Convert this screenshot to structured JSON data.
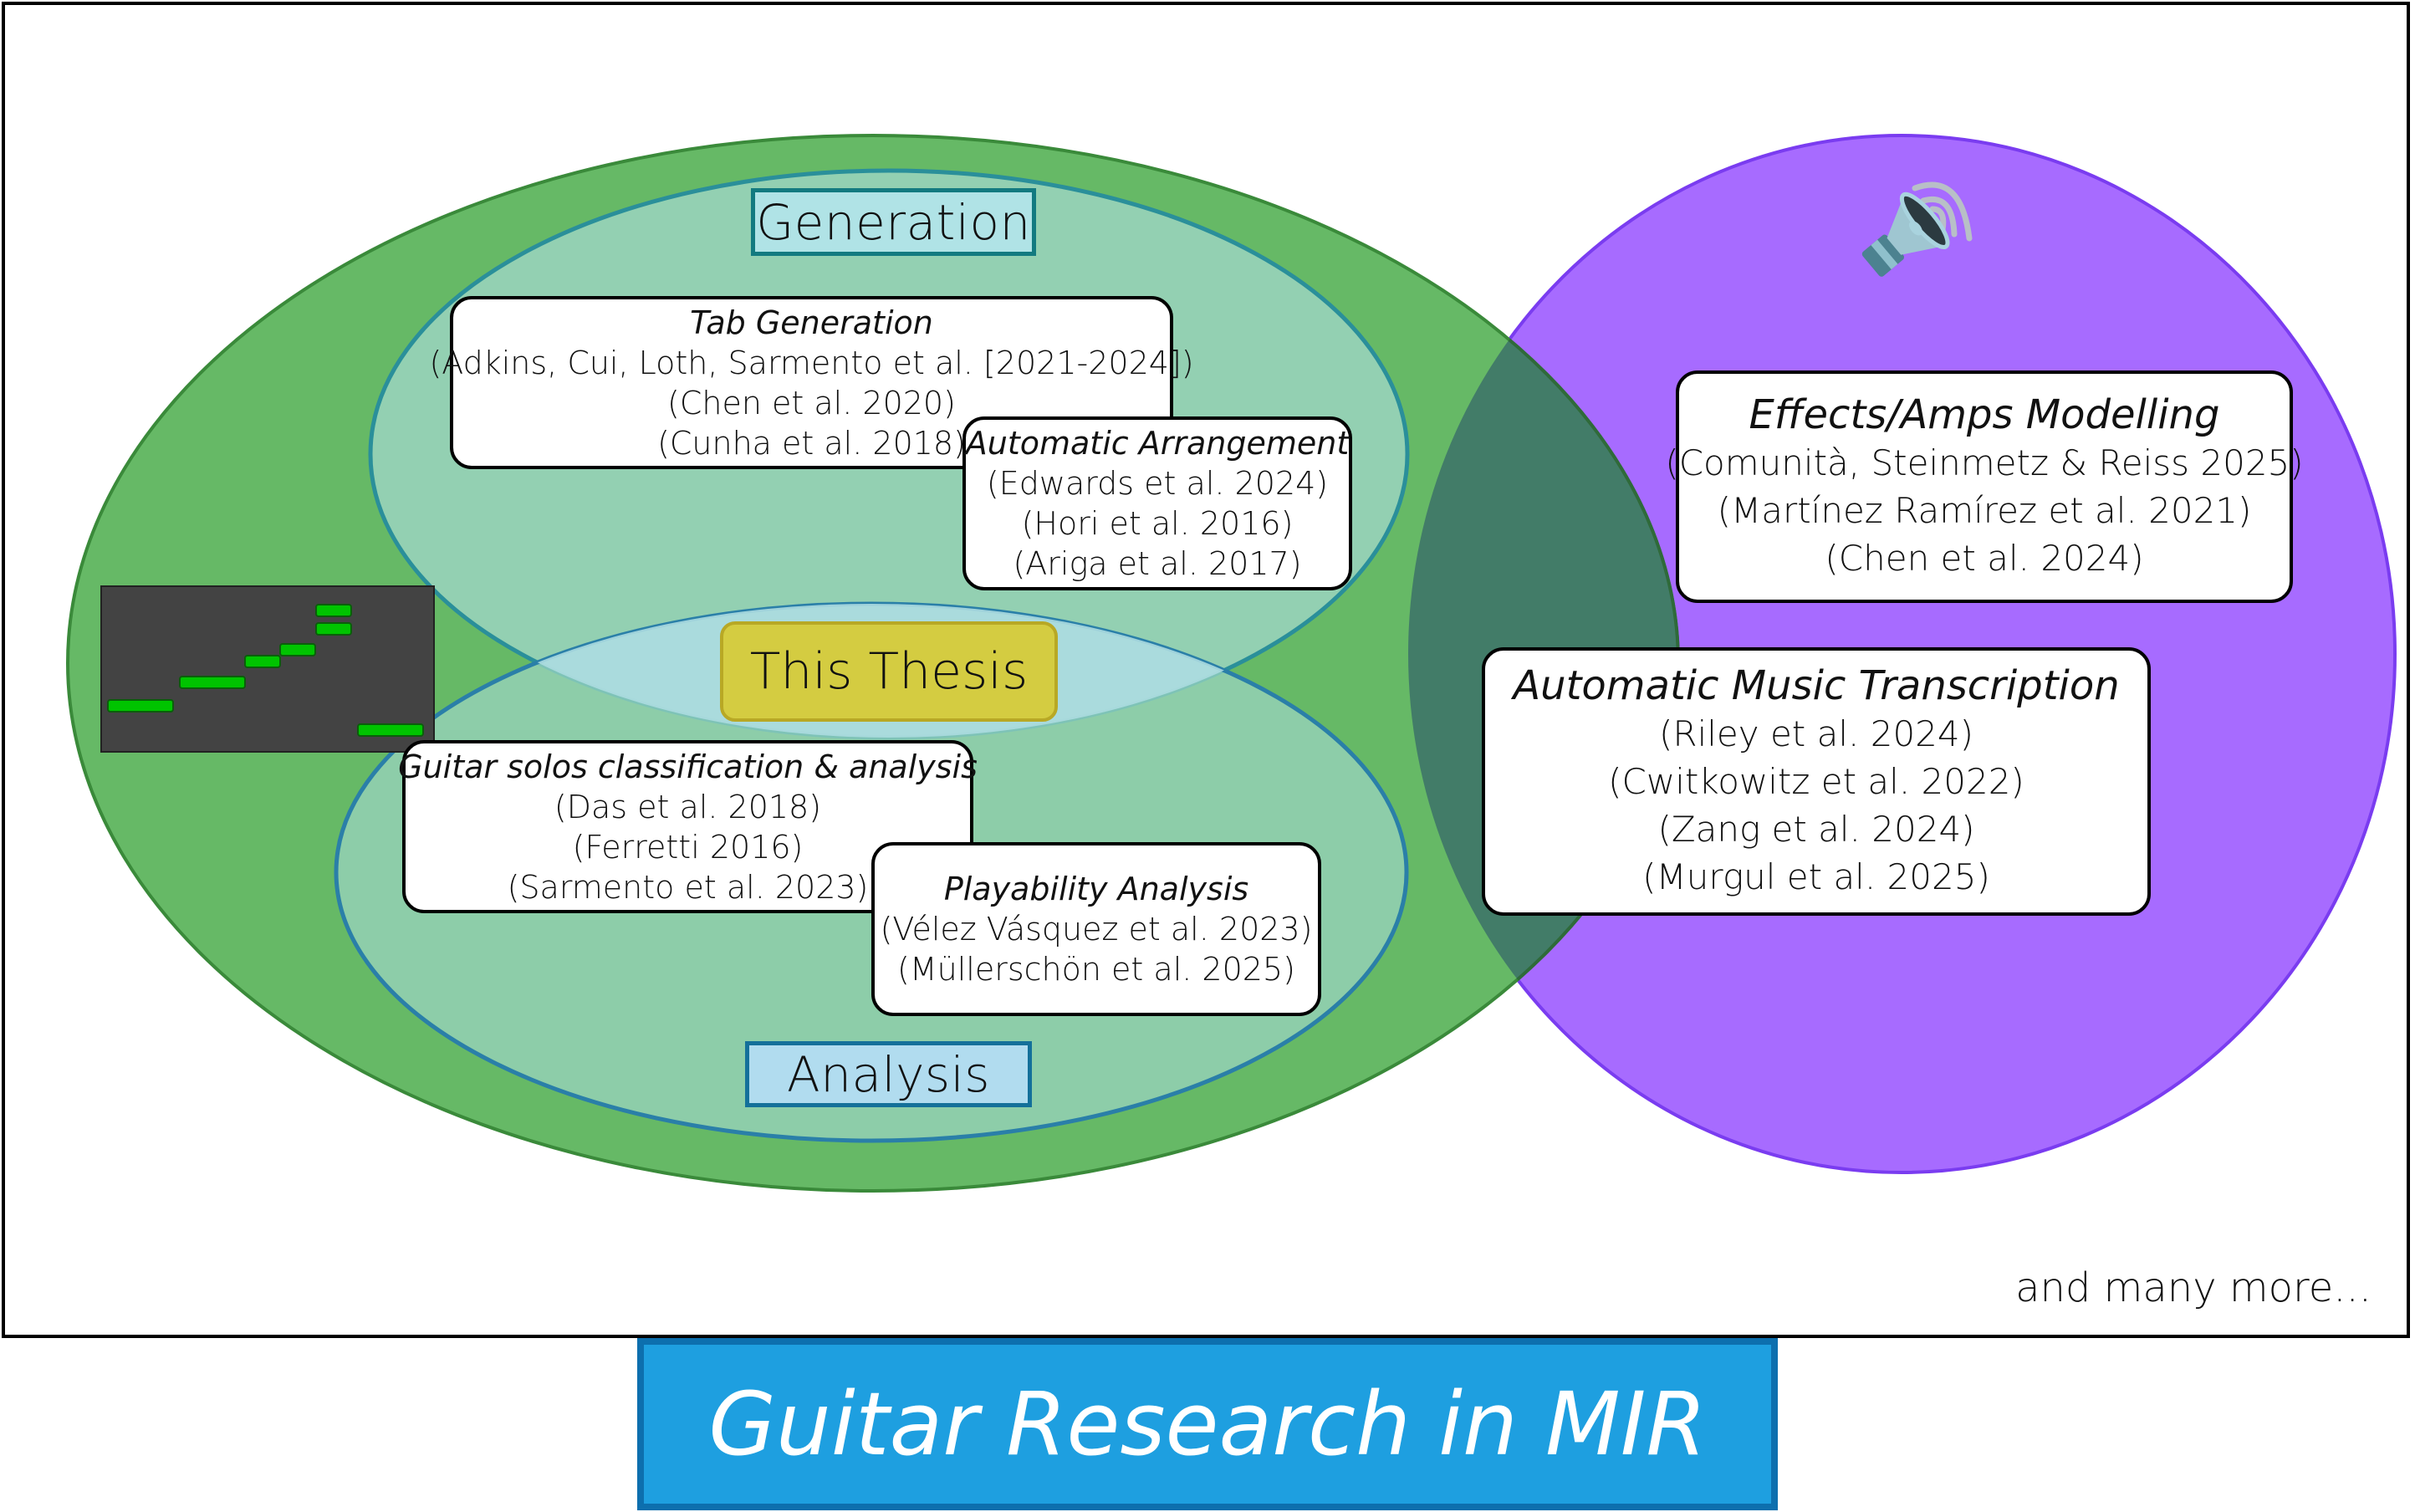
{
  "title": "Guitar Research in MIR",
  "colors": {
    "symbolic_circle": "#66b966",
    "audio_circle": "#a76bff",
    "overlap": "#427c68",
    "generation_fill": "#9bd4c0",
    "analysis_fill": "#9bd4c0",
    "thesis_fill": "#d4cc41",
    "banner_fill": "#1e9fe0"
  },
  "regions": {
    "generation": {
      "label": "Generation"
    },
    "analysis": {
      "label": "Analysis"
    },
    "thesis": {
      "label": "This Thesis"
    }
  },
  "icons": {
    "symbolic": "piano-roll-icon",
    "audio": "speaker-icon"
  },
  "cards": {
    "tab_generation": {
      "title": "Tab Generation",
      "refs": [
        "(Adkins, Cui, Loth, Sarmento et al. [2021-2024])",
        "(Chen et al. 2020)",
        "(Cunha et al. 2018)"
      ]
    },
    "automatic_arrangement": {
      "title": "Automatic Arrangement",
      "refs": [
        "(Edwards et al. 2024)",
        "(Hori et al. 2016)",
        "(Ariga et al. 2017)"
      ]
    },
    "guitar_solos": {
      "title": "Guitar solos classification & analysis",
      "refs": [
        "(Das et al. 2018)",
        "(Ferretti 2016)",
        "(Sarmento et al. 2023)"
      ]
    },
    "playability": {
      "title": "Playability Analysis",
      "refs": [
        "(Vélez Vásquez et al. 2023)",
        "(Müllerschön et al. 2025)"
      ]
    },
    "effects": {
      "title": "Effects/Amps Modelling",
      "refs": [
        "(Comunità, Steinmetz & Reiss 2025)",
        "(Martínez Ramírez et al. 2021)",
        "(Chen et al. 2024)"
      ]
    },
    "amt": {
      "title": "Automatic Music Transcription",
      "refs": [
        "(Riley et al. 2024)",
        "(Cwitkowitz et al. 2022)",
        "(Zang et al. 2024)",
        "(Murgul et al. 2025)"
      ]
    }
  },
  "footer_note": "and many more..."
}
